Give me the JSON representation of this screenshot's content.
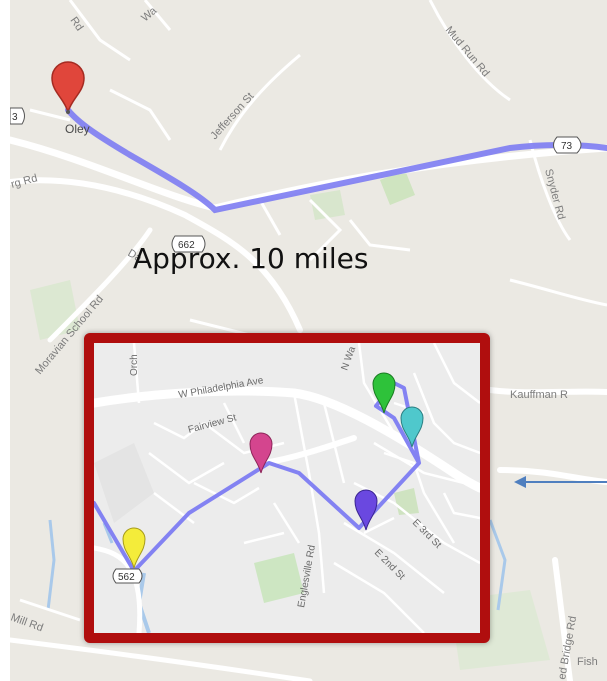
{
  "annotation": {
    "distance_text": "Approx. 10 miles"
  },
  "colors": {
    "route": "#7d7cf2",
    "inset_border": "#b00e0e",
    "arrow": "#4f7fbf"
  },
  "main_map": {
    "town": "Oley",
    "roads": {
      "r1": "Rd",
      "r2": "Wa",
      "mud_run": "Mud Run Rd",
      "jefferson": "Jefferson St",
      "snyder": "Snyder Rd",
      "rg": "rg Rd",
      "da": "Da",
      "moravian": "Moravian School Rd",
      "kauffman": "Kauffman R",
      "mill": "Mill Rd",
      "bridge": "ed Bridge Rd",
      "fish": "Fish"
    },
    "shields": {
      "s3": "3",
      "s73": "73",
      "s662": "662"
    }
  },
  "inset_map": {
    "roads": {
      "w_phil": "W Philadelphia Ave",
      "fairview": "Fairview St",
      "orch": "Orch",
      "nw": "N Wa",
      "e3rd": "E 3rd St",
      "e2nd": "E 2nd St",
      "englesville": "Englesville Rd"
    },
    "shield": "562"
  },
  "markers": [
    {
      "id": "red",
      "color": "#e0463b"
    },
    {
      "id": "yellow",
      "color": "#f4ec3a"
    },
    {
      "id": "pink",
      "color": "#d4458e"
    },
    {
      "id": "purple",
      "color": "#6a48e0"
    },
    {
      "id": "teal",
      "color": "#4fc8cc"
    },
    {
      "id": "green",
      "color": "#2ec23a"
    }
  ]
}
